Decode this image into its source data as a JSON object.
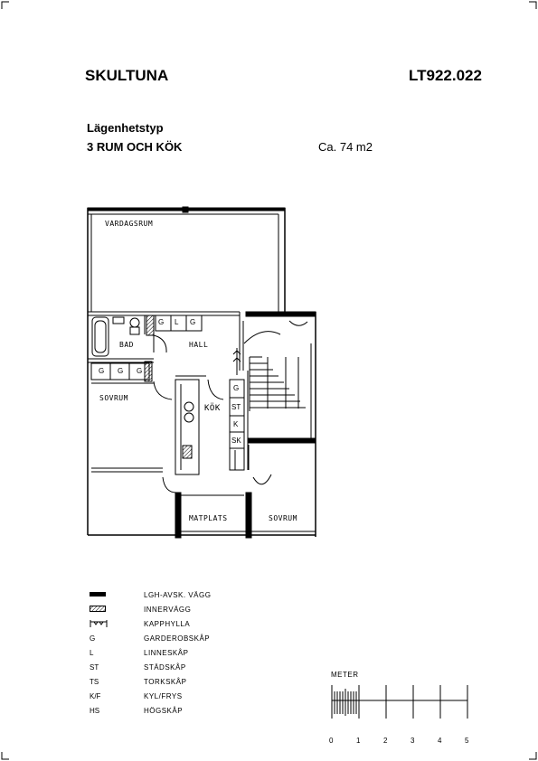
{
  "header": {
    "title_left": "SKULTUNA",
    "title_right": "LT922.022",
    "type_label": "Lägenhetstyp",
    "apartment_type": "3 RUM OCH KÖK",
    "area": "Ca. 74 m2"
  },
  "plan": {
    "rooms": {
      "vardagsrum": "VARDAGSRUM",
      "bad": "BAD",
      "hall": "HALL",
      "sovrum_left": "SOVRUM",
      "kok": "KÖK",
      "matplats": "MATPLATS",
      "sovrum_right": "SOVRUM"
    },
    "fixtures": {
      "g1": "G",
      "l1": "L",
      "g2": "G",
      "g3": "G",
      "g4": "G",
      "g5": "G",
      "g6": "G",
      "st": "ST",
      "k": "K",
      "sk": "SK"
    }
  },
  "legend": [
    {
      "symbol": "wall-solid",
      "code": "",
      "text": "LGH-AVSK. VÄGG"
    },
    {
      "symbol": "wall-hatched",
      "code": "",
      "text": "INNERVÄGG"
    },
    {
      "symbol": "shelf",
      "code": "",
      "text": "KAPPHYLLA"
    },
    {
      "symbol": "text",
      "code": "G",
      "text": "GARDEROBSKÅP"
    },
    {
      "symbol": "text",
      "code": "L",
      "text": "LINNESKÅP"
    },
    {
      "symbol": "text",
      "code": "ST",
      "text": "STÄDSKÅP"
    },
    {
      "symbol": "text",
      "code": "TS",
      "text": "TORKSKÅP"
    },
    {
      "symbol": "text",
      "code": "K/F",
      "text": "KYL/FRYS"
    },
    {
      "symbol": "text",
      "code": "HS",
      "text": "HÖGSKÅP"
    }
  ],
  "scale": {
    "label": "METER",
    "ticks": [
      "0",
      "1",
      "2",
      "3",
      "4",
      "5"
    ]
  }
}
